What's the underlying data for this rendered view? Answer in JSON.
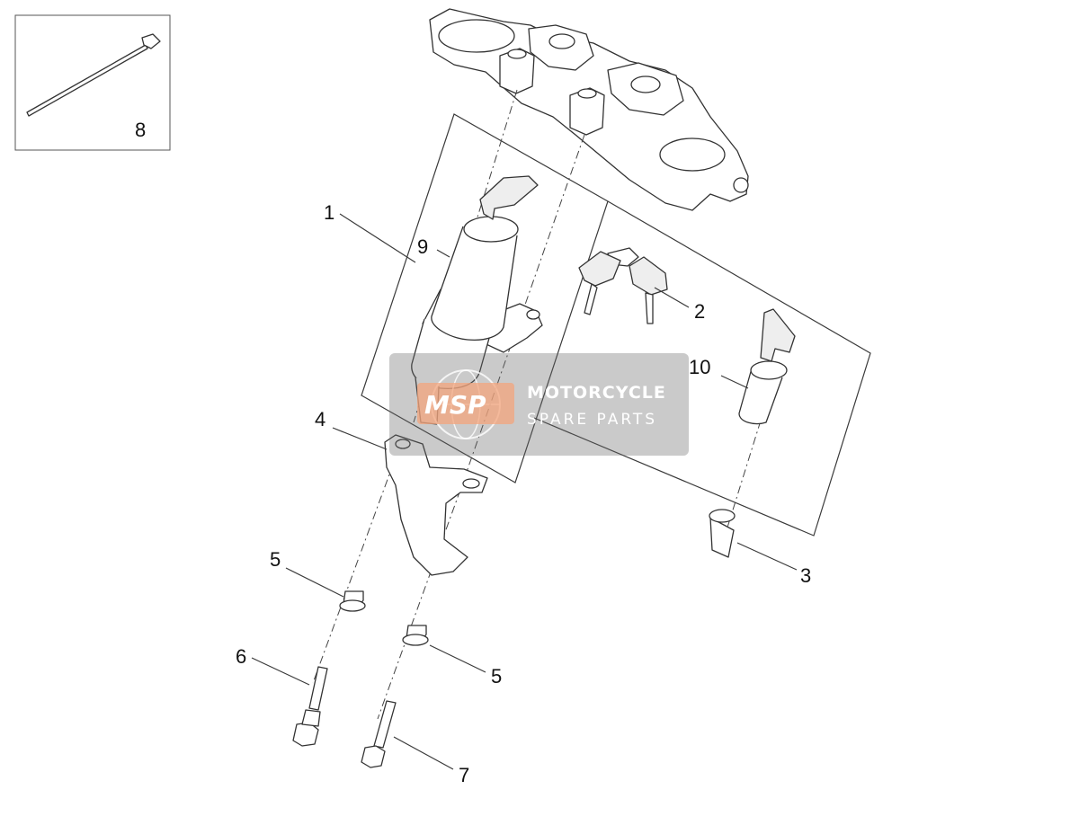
{
  "diagram": {
    "callouts": [
      {
        "id": "c1",
        "text": "1"
      },
      {
        "id": "c2",
        "text": "2"
      },
      {
        "id": "c3",
        "text": "3"
      },
      {
        "id": "c4",
        "text": "4"
      },
      {
        "id": "c5a",
        "text": "5"
      },
      {
        "id": "c5b",
        "text": "5"
      },
      {
        "id": "c6",
        "text": "6"
      },
      {
        "id": "c7",
        "text": "7"
      },
      {
        "id": "c8",
        "text": "8"
      },
      {
        "id": "c9",
        "text": "9"
      },
      {
        "id": "c10",
        "text": "10"
      }
    ]
  },
  "watermark": {
    "logo_text": "MSP",
    "title": "MOTORCYCLE",
    "subtitle": "SPARE PARTS",
    "accent_color": "#f3a47c"
  }
}
